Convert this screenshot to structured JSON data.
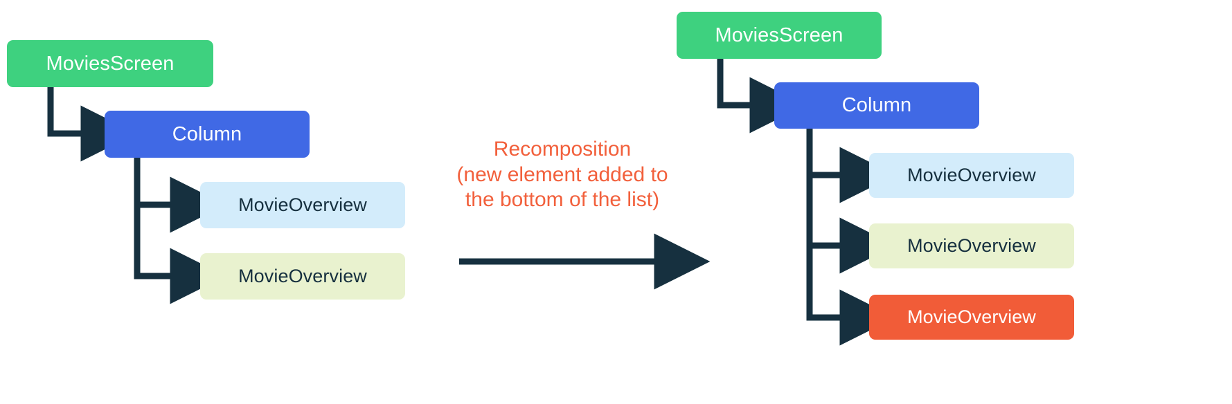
{
  "diagram": {
    "title_text": "Recomposition\n(new element added to\nthe bottom of the list)",
    "colors": {
      "screen_green": "#3ed17f",
      "column_blue": "#4069e5",
      "overview_lightblue": "#d3ecfb",
      "overview_cream": "#e9f2cf",
      "overview_orange": "#f15c38",
      "connector_navy": "#16303f",
      "caption_orange": "#f2603c",
      "text_dark": "#16303f",
      "text_light": "#ffffff",
      "background": "#ffffff"
    },
    "before": {
      "label": "before-tree",
      "nodes": [
        {
          "id": "movies-screen",
          "label": "MoviesScreen",
          "fill": "#3ed17f",
          "text_color": "#ffffff"
        },
        {
          "id": "column",
          "label": "Column",
          "fill": "#4069e5",
          "text_color": "#ffffff"
        },
        {
          "id": "movie-overview-1",
          "label": "MovieOverview",
          "fill": "#d3ecfb",
          "text_color": "#16303f"
        },
        {
          "id": "movie-overview-2",
          "label": "MovieOverview",
          "fill": "#e9f2cf",
          "text_color": "#16303f"
        }
      ]
    },
    "transition": {
      "lines": [
        "Recomposition",
        "(new element added to",
        "the bottom of the list)"
      ],
      "arrow_direction": "right"
    },
    "after": {
      "label": "after-tree",
      "nodes": [
        {
          "id": "movies-screen",
          "label": "MoviesScreen",
          "fill": "#3ed17f",
          "text_color": "#ffffff"
        },
        {
          "id": "column",
          "label": "Column",
          "fill": "#4069e5",
          "text_color": "#ffffff"
        },
        {
          "id": "movie-overview-1",
          "label": "MovieOverview",
          "fill": "#d3ecfb",
          "text_color": "#16303f"
        },
        {
          "id": "movie-overview-2",
          "label": "MovieOverview",
          "fill": "#e9f2cf",
          "text_color": "#16303f"
        },
        {
          "id": "movie-overview-3",
          "label": "MovieOverview",
          "fill": "#f15c38",
          "text_color": "#ffffff"
        }
      ]
    }
  }
}
